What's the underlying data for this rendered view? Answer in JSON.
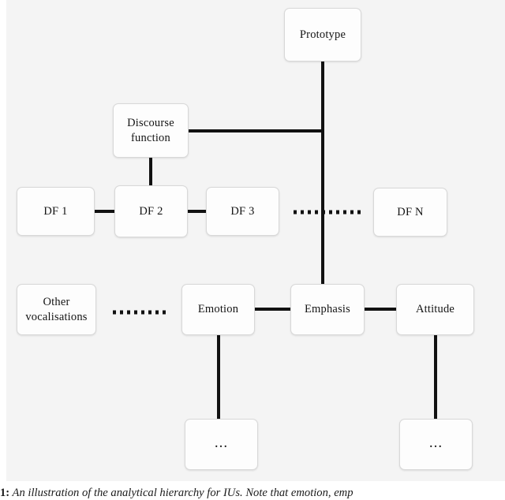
{
  "figure": {
    "background_color": "#f4f4f4",
    "box_fill_color": "#fdfdfd",
    "box_border_color": "#d8d8d8",
    "line_color": "#111111",
    "nodes": {
      "prototype": "Prototype",
      "discourse_function": "Discourse\nfunction",
      "df1": "DF 1",
      "df2": "DF 2",
      "df3": "DF 3",
      "dfn": "DF N",
      "other_vocalisations": "Other\nvocalisations",
      "emotion": "Emotion",
      "emphasis": "Emphasis",
      "attitude": "Attitude",
      "ellipsis_left": "...",
      "ellipsis_right": "..."
    }
  },
  "caption": {
    "number": "1:",
    "text": " An illustration of the analytical hierarchy for IUs. Note that emotion, emp"
  }
}
